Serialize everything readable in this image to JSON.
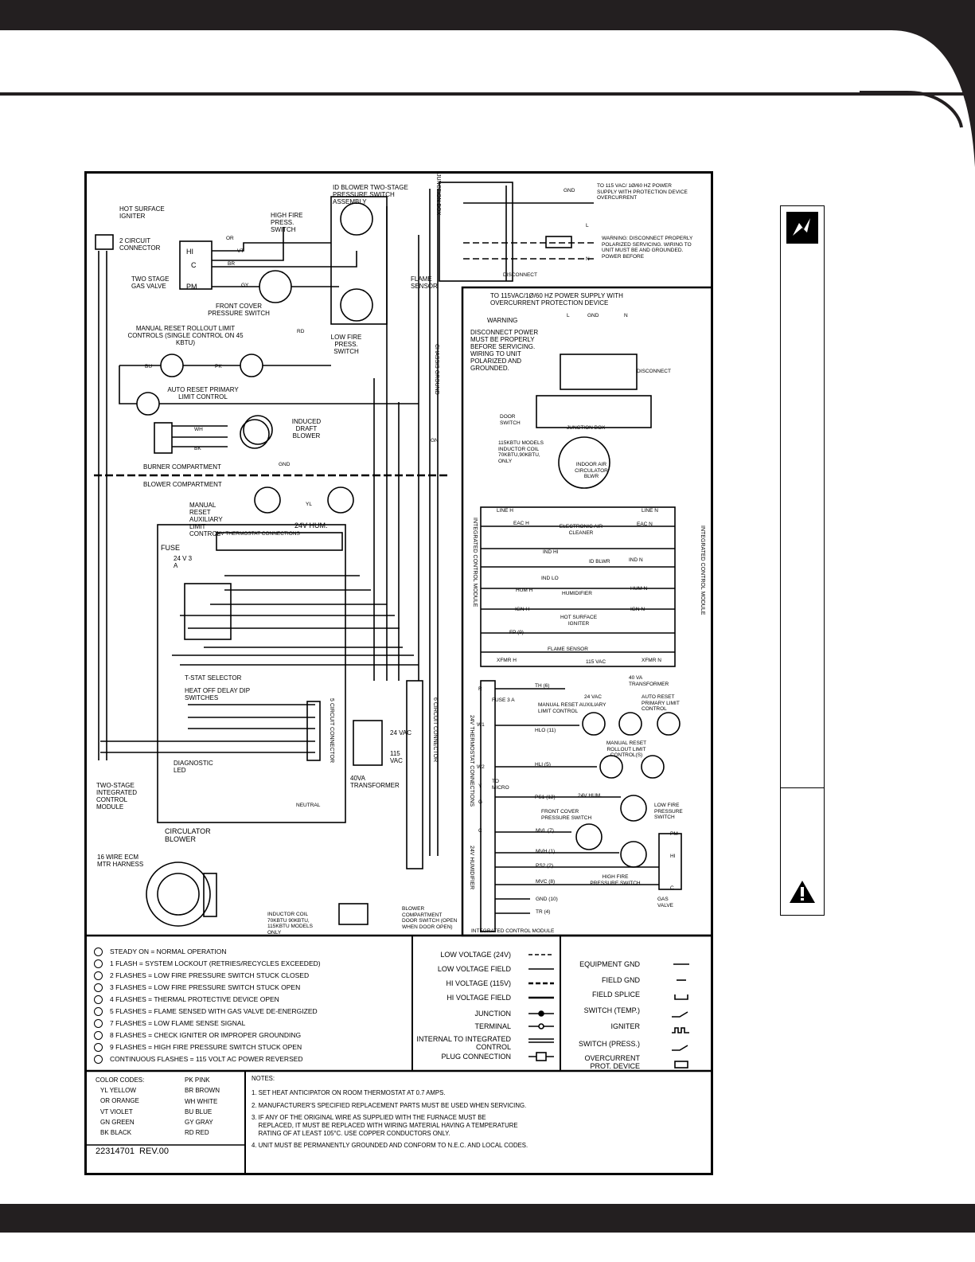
{
  "diagram": {
    "components": {
      "igniter": "HOT SURFACE IGNITER",
      "connector_2circuit": "2 CIRCUIT CONNECTOR",
      "id_blower_switch": "ID BLOWER TWO-STAGE PRESSURE SWITCH ASSEMBLY",
      "high_fire_switch": "HIGH FIRE PRESS. SWITCH",
      "junction_box": "JUNCTION BOX",
      "gas_valve": "TWO STAGE GAS VALVE",
      "valve_hi": "HI",
      "valve_c": "C",
      "valve_pm": "PM",
      "front_cover_switch": "FRONT COVER PRESSURE SWITCH",
      "flame_sensor": "FLAME SENSOR",
      "low_fire_switch": "LOW FIRE PRESS. SWITCH",
      "rollout_limit": "MANUAL RESET ROLLOUT LIMIT CONTROLS (SINGLE CONTROL ON 45 KBTU)",
      "auto_reset_limit": "AUTO RESET PRIMARY LIMIT CONTROL",
      "induced_draft": "INDUCED DRAFT BLOWER",
      "burner_compartment": "BURNER COMPARTMENT",
      "blower_compartment": "BLOWER COMPARTMENT",
      "aux_limit": "MANUAL RESET AUXILIARY LIMIT CONTROL",
      "tstat_connections": "24V THERMOSTAT CONNECTIONS",
      "hum_24v": "24V HUM.",
      "fuse": "FUSE",
      "fuse_rating": "24 V 3 A",
      "tstat_selector": "T-STAT SELECTOR",
      "heat_off_delay": "HEAT OFF DELAY DIP SWITCHES",
      "connector_5circuit": "5 CIRCUIT CONNECTOR",
      "connector_6circuit": "6 CIRCUIT CONNECTOR",
      "diagnostic_led": "DIAGNOSTIC LED",
      "transformer_40va": "40VA TRANSFORMER",
      "vac_24": "24 VAC",
      "vac_115": "115 VAC",
      "integrated_module": "TWO-STAGE INTEGRATED CONTROL MODULE",
      "circulator_blower": "CIRCULATOR BLOWER",
      "ecm_harness": "16 WIRE ECM MTR HARNESS",
      "inductor_coil": "INDUCTOR COIL 70KBTU 90KBTU, 115KBTU MODELS ONLY",
      "door_switch": "BLOWER COMPARTMENT DOOR SWITCH (OPEN WHEN DOOR OPEN)",
      "chassis_ground": "CHASSIS GROUND",
      "neutral": "NEUTRAL",
      "gnd": "GND"
    },
    "power": {
      "to_supply": "TO 115 VAC/ 1Ø/60 HZ POWER SUPPLY WITH PROTECTION DEVICE OVERCURRENT",
      "warning": "WARNING: DISCONNECT PROPERLY POLARIZED SERVICING. WIRING TO UNIT MUST BE AND GROUNDED. POWER BEFORE",
      "disconnect": "DISCONNECT",
      "l": "L",
      "n": "N",
      "gnd": "GND"
    },
    "ladder": {
      "supply": "TO 115VAC/1Ø/60 HZ POWER SUPPLY WITH OVERCURRENT PROTECTION DEVICE",
      "warning_title": "WARNING",
      "warning_body": "DISCONNECT POWER MUST BE PROPERLY BEFORE SERVICING. WIRING TO UNIT POLARIZED AND GROUNDED.",
      "l": "L",
      "gnd": "GND",
      "n": "N",
      "disconnect": "DISCONNECT",
      "junction_box": "JUNCTION BOX",
      "door_switch": "DOOR SWITCH",
      "inductor_note": "115KBTU MODELS INDUCTOR COIL 70KBTU,90KBTU, ONLY",
      "indoor_blower": "INDOOR AIR CIRCULATOR BLWR",
      "module_left": "INTEGRATED CONTROL MODULE",
      "module_right": "INTEGRATED CONTROL MODULE",
      "rows": [
        {
          "left": "LINE H",
          "center": "",
          "right": "LINE N"
        },
        {
          "left": "EAC H",
          "center": "ELECTRONIC AIR CLEANER",
          "right": "EAC N"
        },
        {
          "left": "IND HI",
          "center": "ID BLWR",
          "right": "IND N"
        },
        {
          "left": "IND LO",
          "center": "",
          "right": ""
        },
        {
          "left": "HUM H",
          "center": "HUMIDIFIER",
          "right": "HUM N"
        },
        {
          "left": "IGN H",
          "center": "HOT SURFACE IGNITER",
          "right": "IGN N"
        },
        {
          "left": "FP (9)",
          "center": "FLAME SENSOR",
          "right": ""
        },
        {
          "left": "XFMR H",
          "center": "",
          "right": "XFMR N"
        }
      ],
      "vac_115": "115 VAC",
      "transformer": "40 VA TRANSFORMER",
      "vac_24": "24 VAC",
      "fuse": "FUSE 3 A",
      "th": "TH (6)",
      "tstat_conn": "24V THERMOSTAT CONNECTIONS",
      "humidifier_24v": "24V HUMIDIFIER",
      "to_micro": "TO MICRO",
      "terminals": [
        "R",
        "W1",
        "W2",
        "Y",
        "G",
        "C"
      ],
      "manual_reset_aux": "MANUAL RESET AUXILIARY LIMIT CONTROL",
      "auto_reset_primary": "AUTO RESET PRIMARY LIMIT CONTROL",
      "manual_reset_rollout": "MANUAL RESET ROLLOUT LIMIT CONTROL(S)",
      "hlo": "HLO (11)",
      "hli": "HLI (5)",
      "ps1": "PS1 (12)",
      "hum_24v": "24V HUM.",
      "low_fire": "LOW FIRE PRESSURE SWITCH",
      "front_cover": "FRONT COVER PRESSURE SWITCH",
      "mvl": "MVL (7)",
      "mvh": "MVH (1)",
      "ps2": "PS2 (2)",
      "mvc": "MVC (8)",
      "gnd10": "GND (10)",
      "tr": "TR (4)",
      "high_fire": "HIGH FIRE PRESSURE SWITCH",
      "gas_valve": "GAS VALVE",
      "pm": "PM",
      "hi": "HI",
      "c": "C",
      "module_bottom": "INTEGRATED CONTROL MODULE"
    },
    "wire_colors": {
      "or": "OR",
      "vt": "VT",
      "br": "BR",
      "gy": "GY",
      "rd": "RD",
      "pk": "PK",
      "bu": "BU",
      "wh": "WH",
      "bk": "BK",
      "yl": "YL",
      "gn": "GN"
    }
  },
  "diagnostic_legend": [
    "STEADY ON = NORMAL OPERATION",
    "1 FLASH = SYSTEM LOCKOUT (RETRIES/RECYCLES EXCEEDED)",
    "2 FLASHES = LOW FIRE PRESSURE SWITCH STUCK CLOSED",
    "3 FLASHES = LOW FIRE PRESSURE SWITCH STUCK OPEN",
    "4 FLASHES = THERMAL PROTECTIVE DEVICE OPEN",
    "5 FLASHES = FLAME SENSED WITH GAS VALVE DE-ENERGIZED",
    "7 FLASHES = LOW FLAME SENSE SIGNAL",
    "8 FLASHES = CHECK IGNITER OR IMPROPER GROUNDING",
    "9 FLASHES = HIGH FIRE PRESSURE SWITCH STUCK OPEN",
    "CONTINUOUS FLASHES = 115 VOLT AC POWER REVERSED"
  ],
  "line_legend": [
    "LOW VOLTAGE (24V)",
    "LOW VOLTAGE FIELD",
    "HI VOLTAGE (115V)",
    "HI VOLTAGE FIELD",
    "JUNCTION",
    "TERMINAL",
    "INTERNAL TO INTEGRATED CONTROL",
    "PLUG CONNECTION"
  ],
  "symbol_legend": [
    "EQUIPMENT GND",
    "FIELD GND",
    "FIELD SPLICE",
    "SWITCH (TEMP.)",
    "IGNITER",
    "SWITCH (PRESS.)",
    "OVERCURRENT PROT. DEVICE"
  ],
  "color_codes": {
    "title": "COLOR CODES:",
    "left": [
      "YL YELLOW",
      "OR ORANGE",
      "VT VIOLET",
      "GN GREEN",
      "BK BLACK"
    ],
    "right": [
      "PK PINK",
      "BR BROWN",
      "WH WHITE",
      "BU BLUE",
      "GY GRAY",
      "RD RED"
    ]
  },
  "part_number": "22314701  REV.00",
  "notes": {
    "title": "NOTES:",
    "items": [
      "1. SET HEAT ANTICIPATOR ON ROOM THERMOSTAT AT 0.7 AMPS.",
      "2. MANUFACTURER'S SPECIFIED REPLACEMENT PARTS MUST BE USED WHEN SERVICING.",
      "3. IF ANY OF THE ORIGINAL WIRE AS SUPPLIED WITH THE FURNACE MUST BE\n    REPLACED, IT MUST BE REPLACED WITH WIRING MATERIAL HAVING A TEMPERATURE\n    RATING OF AT LEAST 105°C. USE COPPER CONDUCTORS ONLY.",
      "4. UNIT MUST BE PERMANENTLY GROUNDED AND CONFORM TO N.E.C. AND LOCAL CODES."
    ]
  }
}
